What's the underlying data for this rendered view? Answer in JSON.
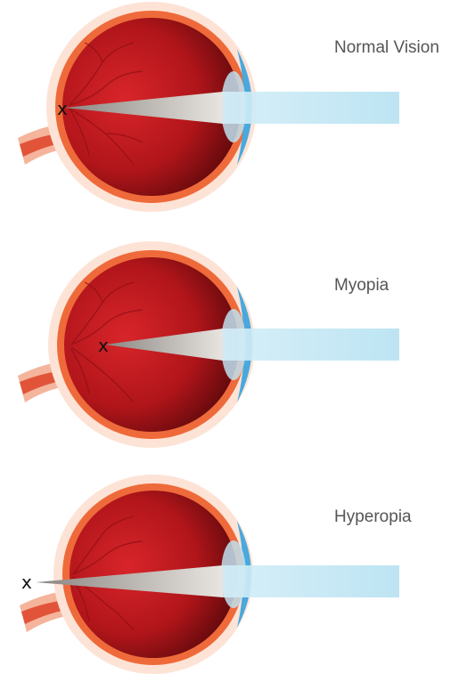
{
  "diagrams": [
    {
      "label": "Normal Vision",
      "focus_marker": "x",
      "focus_position": "on retina"
    },
    {
      "label": "Myopia",
      "focus_marker": "x",
      "focus_position": "in front of retina"
    },
    {
      "label": "Hyperopia",
      "focus_marker": "x",
      "focus_position": "behind retina"
    }
  ],
  "colors": {
    "eye_inner": "#d01c22",
    "eye_inner_dark": "#4a0608",
    "eye_wall": "#ef6a3a",
    "eye_outer": "#fde3d6",
    "optic_nerve": "#e2543a",
    "cornea": "#4aa8dd",
    "light_beam": "#bfe6f3",
    "focus_cone": "#d8d2cc",
    "label_text": "#555555"
  }
}
